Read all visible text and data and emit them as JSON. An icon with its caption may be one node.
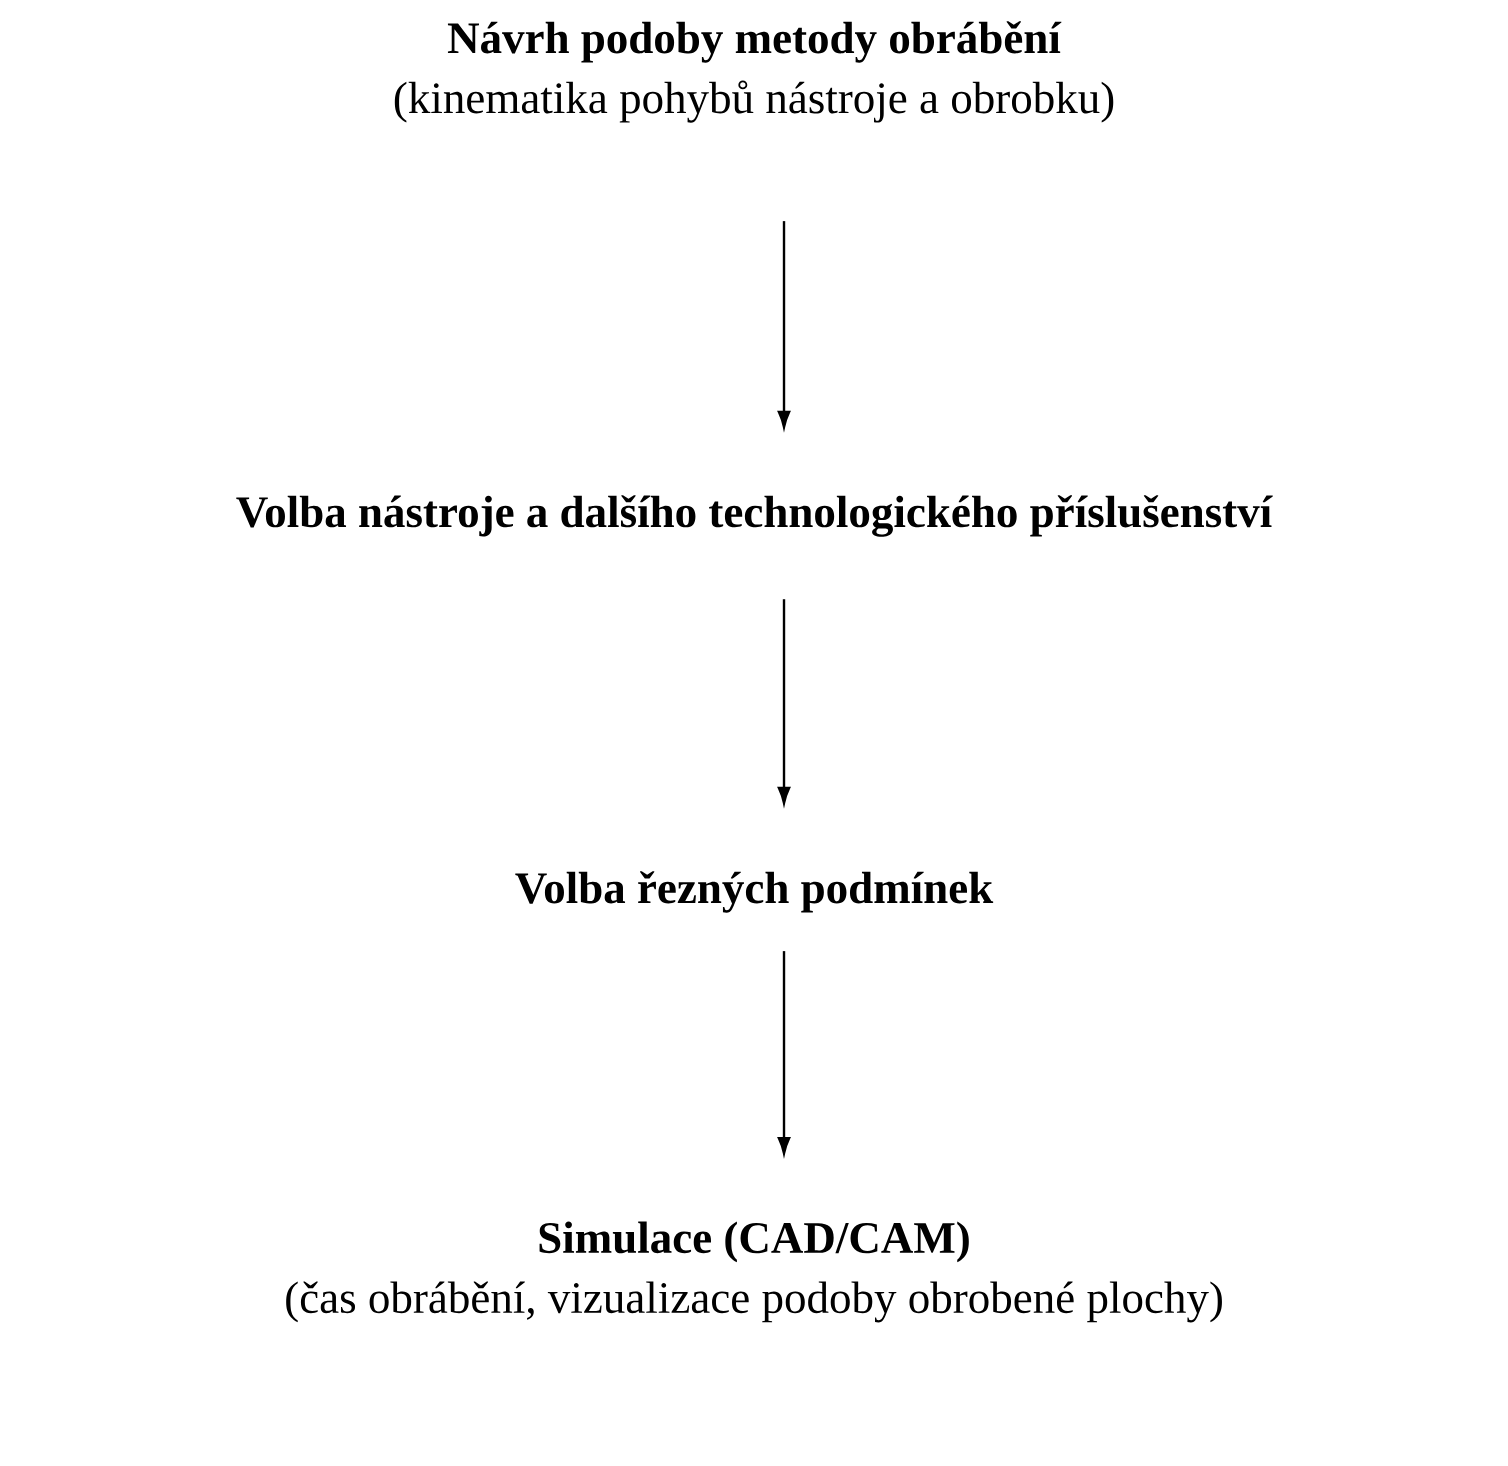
{
  "diagram": {
    "nodes": [
      {
        "text": [
          "Návrh podoby metody obrábění",
          "(kinematika pohybů nástroje a obrobku)"
        ]
      },
      {
        "text": [
          "Volba nástroje a dalšího technologického příslušenství"
        ]
      },
      {
        "text": [
          "Volba řezných podmínek"
        ]
      },
      {
        "text": [
          "Simulace (CAD/CAM)",
          "(čas obrábění, vizualizace podoby obrobené plochy)"
        ]
      }
    ],
    "edges": [
      {
        "from": 0,
        "to": 1,
        "arrow": "to"
      },
      {
        "from": 1,
        "to": 2,
        "arrow": "to"
      },
      {
        "from": 2,
        "to": 3,
        "arrow": "to"
      }
    ]
  }
}
